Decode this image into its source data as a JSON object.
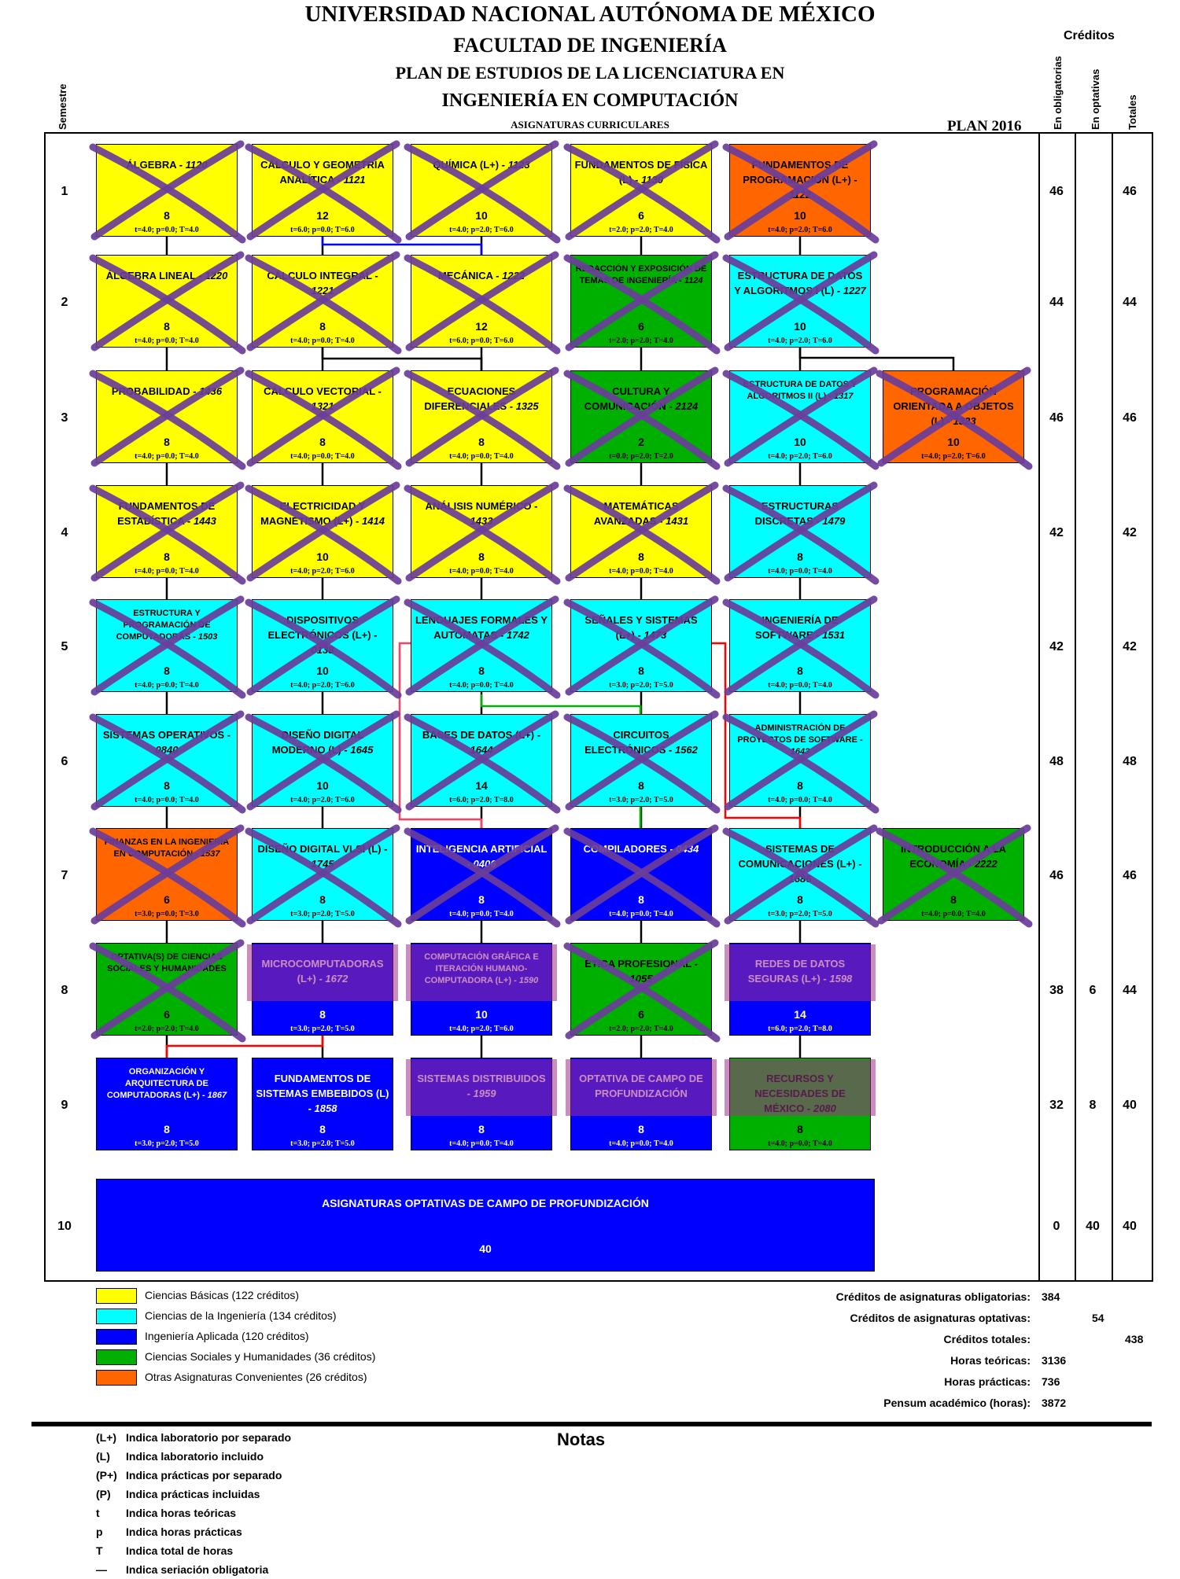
{
  "header": {
    "university": "UNIVERSIDAD NACIONAL AUTÓNOMA DE MÉXICO",
    "faculty": "FACULTAD DE INGENIERÍA",
    "plan_line1": "PLAN DE ESTUDIOS DE LA LICENCIATURA EN",
    "plan_line2": "INGENIERÍA EN COMPUTACIÓN",
    "subtitle": "ASIGNATURAS CURRICULARES",
    "plan_year": "PLAN 2016"
  },
  "axis_labels": {
    "semestre": "Semestre",
    "creditos": "Créditos",
    "obligatorias": "En obligatorias",
    "optativas": "En optativas",
    "totales": "Totales"
  },
  "semesters": [
    {
      "num": "1",
      "obligatorias": "46",
      "optativas": "",
      "totales": "46"
    },
    {
      "num": "2",
      "obligatorias": "44",
      "optativas": "",
      "totales": "44"
    },
    {
      "num": "3",
      "obligatorias": "46",
      "optativas": "",
      "totales": "46"
    },
    {
      "num": "4",
      "obligatorias": "42",
      "optativas": "",
      "totales": "42"
    },
    {
      "num": "5",
      "obligatorias": "42",
      "optativas": "",
      "totales": "42"
    },
    {
      "num": "6",
      "obligatorias": "48",
      "optativas": "",
      "totales": "48"
    },
    {
      "num": "7",
      "obligatorias": "46",
      "optativas": "",
      "totales": "46"
    },
    {
      "num": "8",
      "obligatorias": "38",
      "optativas": "6",
      "totales": "44"
    },
    {
      "num": "9",
      "obligatorias": "32",
      "optativas": "8",
      "totales": "40"
    },
    {
      "num": "10",
      "obligatorias": "0",
      "optativas": "40",
      "totales": "40"
    }
  ],
  "courses": [
    {
      "sem": 1,
      "col": 0,
      "color": "yellow",
      "name": "ÁLGEBRA",
      "code": "1120",
      "credits": "8",
      "hours": "t=4.0; p=0.0; T=4.0",
      "crossed": true
    },
    {
      "sem": 1,
      "col": 1,
      "color": "yellow",
      "name": "CÁLCULO Y GEOMETRÍA ANALÍTICA",
      "code": "1121",
      "credits": "12",
      "hours": "t=6.0; p=0.0; T=6.0",
      "crossed": true
    },
    {
      "sem": 1,
      "col": 2,
      "color": "yellow",
      "name": "QUÍMICA (L+)",
      "code": "1123",
      "credits": "10",
      "hours": "t=4.0; p=2.0; T=6.0",
      "crossed": true
    },
    {
      "sem": 1,
      "col": 3,
      "color": "yellow",
      "name": "FUNDAMENTOS DE FÍSICA (L)",
      "code": "1130",
      "credits": "6",
      "hours": "t=2.0; p=2.0; T=4.0",
      "crossed": true
    },
    {
      "sem": 1,
      "col": 4,
      "color": "orange",
      "name": "FUNDAMENTOS DE PROGRAMACIÓN (L+)",
      "code": "1122",
      "credits": "10",
      "hours": "t=4.0; p=2.0; T=6.0",
      "crossed": true
    },
    {
      "sem": 2,
      "col": 0,
      "color": "yellow",
      "name": "ÁLGEBRA LINEAL",
      "code": "1220",
      "credits": "8",
      "hours": "t=4.0; p=0.0; T=4.0",
      "crossed": true
    },
    {
      "sem": 2,
      "col": 1,
      "color": "yellow",
      "name": "CÁLCULO INTEGRAL",
      "code": "1221",
      "credits": "8",
      "hours": "t=4.0; p=0.0; T=4.0",
      "crossed": true
    },
    {
      "sem": 2,
      "col": 2,
      "color": "yellow",
      "name": "MECÁNICA",
      "code": "1222",
      "credits": "12",
      "hours": "t=6.0; p=0.0; T=6.0",
      "crossed": true
    },
    {
      "sem": 2,
      "col": 3,
      "color": "green",
      "name": "REDACCIÓN Y EXPOSICIÓN DE TEMAS DE INGENIERÍA",
      "code": "1124",
      "credits": "6",
      "hours": "t=2.0; p=2.0; T=4.0",
      "crossed": true
    },
    {
      "sem": 2,
      "col": 4,
      "color": "cyan",
      "name": "ESTRUCTURA DE DATOS Y ALGORITMOS I (L)",
      "code": "1227",
      "credits": "10",
      "hours": "t=4.0; p=2.0; T=6.0",
      "crossed": true
    },
    {
      "sem": 3,
      "col": 0,
      "color": "yellow",
      "name": "PROBABILIDAD",
      "code": "1436",
      "credits": "8",
      "hours": "t=4.0; p=0.0; T=4.0",
      "crossed": true
    },
    {
      "sem": 3,
      "col": 1,
      "color": "yellow",
      "name": "CÁLCULO VECTORIAL",
      "code": "1321",
      "credits": "8",
      "hours": "t=4.0; p=0.0; T=4.0",
      "crossed": true
    },
    {
      "sem": 3,
      "col": 2,
      "color": "yellow",
      "name": "ECUACIONES DIFERENCIALES",
      "code": "1325",
      "credits": "8",
      "hours": "t=4.0; p=0.0; T=4.0",
      "crossed": true
    },
    {
      "sem": 3,
      "col": 3,
      "color": "green",
      "name": "CULTURA Y COMUNICACIÓN",
      "code": "2124",
      "credits": "2",
      "hours": "t=0.0; p=2.0; T=2.0",
      "crossed": true
    },
    {
      "sem": 3,
      "col": 4,
      "color": "cyan",
      "name": "ESTRUCTURA DE DATOS Y ALGORITMOS II (L)",
      "code": "1317",
      "credits": "10",
      "hours": "t=4.0; p=2.0; T=6.0",
      "crossed": true
    },
    {
      "sem": 3,
      "col": 5,
      "color": "orange",
      "name": "PROGRAMACIÓN ORIENTADA A OBJETOS (L)",
      "code": "1323",
      "credits": "10",
      "hours": "t=4.0; p=2.0; T=6.0",
      "crossed": true
    },
    {
      "sem": 4,
      "col": 0,
      "color": "yellow",
      "name": "FUNDAMENTOS DE ESTADÍSTICA",
      "code": "1443",
      "credits": "8",
      "hours": "t=4.0; p=0.0; T=4.0",
      "crossed": true
    },
    {
      "sem": 4,
      "col": 1,
      "color": "yellow",
      "name": "ELECTRICIDAD Y MAGNETISMO (L+)",
      "code": "1414",
      "credits": "10",
      "hours": "t=4.0; p=2.0; T=6.0",
      "crossed": true
    },
    {
      "sem": 4,
      "col": 2,
      "color": "yellow",
      "name": "ANÁLISIS NUMÉRICO",
      "code": "1433",
      "credits": "8",
      "hours": "t=4.0; p=0.0; T=4.0",
      "crossed": true
    },
    {
      "sem": 4,
      "col": 3,
      "color": "yellow",
      "name": "MATEMÁTICAS AVANZADAS",
      "code": "1431",
      "credits": "8",
      "hours": "t=4.0; p=0.0; T=4.0",
      "crossed": true
    },
    {
      "sem": 4,
      "col": 4,
      "color": "cyan",
      "name": "ESTRUCTURAS DISCRETAS",
      "code": "1479",
      "credits": "8",
      "hours": "t=4.0; p=0.0; T=4.0",
      "crossed": true
    },
    {
      "sem": 5,
      "col": 0,
      "color": "cyan",
      "name": "ESTRUCTURA Y PROGRAMACIÓN DE COMPUTADORAS",
      "code": "1503",
      "credits": "8",
      "hours": "t=4.0; p=0.0; T=4.0",
      "crossed": true
    },
    {
      "sem": 5,
      "col": 1,
      "color": "cyan",
      "name": "DISPOSITIVOS ELECTRÓNICOS (L+)",
      "code": "0138",
      "credits": "10",
      "hours": "t=4.0; p=2.0; T=6.0",
      "crossed": true
    },
    {
      "sem": 5,
      "col": 2,
      "color": "cyan",
      "name": "LENGUAJES FORMALES Y AUTÓMATAS",
      "code": "1742",
      "credits": "8",
      "hours": "t=4.0; p=0.0; T=4.0",
      "crossed": true
    },
    {
      "sem": 5,
      "col": 3,
      "color": "cyan",
      "name": "SEÑALES Y SISTEMAS (L+)",
      "code": "1473",
      "credits": "8",
      "hours": "t=3.0; p=2.0; T=5.0",
      "crossed": true
    },
    {
      "sem": 5,
      "col": 4,
      "color": "cyan",
      "name": "INGENIERÍA DE SOFTWARE",
      "code": "1531",
      "credits": "8",
      "hours": "t=4.0; p=0.0; T=4.0",
      "crossed": true
    },
    {
      "sem": 6,
      "col": 0,
      "color": "cyan",
      "name": "SISTEMAS OPERATIVOS",
      "code": "0840",
      "credits": "8",
      "hours": "t=4.0; p=0.0; T=4.0",
      "crossed": true
    },
    {
      "sem": 6,
      "col": 1,
      "color": "cyan",
      "name": "DISEÑO DIGITAL MODERNO (L)",
      "code": "1645",
      "credits": "10",
      "hours": "t=4.0; p=2.0; T=6.0",
      "crossed": true
    },
    {
      "sem": 6,
      "col": 2,
      "color": "cyan",
      "name": "BASES DE DATOS (L+)",
      "code": "1644",
      "credits": "14",
      "hours": "t=6.0; p=2.0; T=8.0",
      "crossed": true
    },
    {
      "sem": 6,
      "col": 3,
      "color": "cyan",
      "name": "CIRCUITOS ELECTRÓNICOS",
      "code": "1562",
      "credits": "8",
      "hours": "t=3.0; p=2.0; T=5.0",
      "crossed": true
    },
    {
      "sem": 6,
      "col": 4,
      "color": "cyan",
      "name": "ADMINISTRACIÓN DE PROYECTOS DE SOFTWARE",
      "code": "1643",
      "credits": "8",
      "hours": "t=4.0; p=0.0; T=4.0",
      "crossed": true
    },
    {
      "sem": 7,
      "col": 0,
      "color": "orange",
      "name": "FINANZAS EN LA INGENIERÍA EN COMPUTACIÓN",
      "code": "1537",
      "credits": "6",
      "hours": "t=3.0; p=0.0; T=3.0",
      "crossed": true
    },
    {
      "sem": 7,
      "col": 1,
      "color": "cyan",
      "name": "DISEÑO DIGITAL VLSI (L)",
      "code": "1745",
      "credits": "8",
      "hours": "t=3.0; p=2.0; T=5.0",
      "crossed": true
    },
    {
      "sem": 7,
      "col": 2,
      "color": "blue",
      "name": "INTELIGENCIA ARTIFICIAL",
      "code": "0406",
      "credits": "8",
      "hours": "t=4.0; p=0.0; T=4.0",
      "crossed": true
    },
    {
      "sem": 7,
      "col": 3,
      "color": "blue",
      "name": "COMPILADORES",
      "code": "0434",
      "credits": "8",
      "hours": "t=4.0; p=0.0; T=4.0",
      "crossed": true
    },
    {
      "sem": 7,
      "col": 4,
      "color": "cyan",
      "name": "SISTEMAS DE COMUNICACIONES (L+)",
      "code": "1686",
      "credits": "8",
      "hours": "t=3.0; p=2.0; T=5.0",
      "crossed": true
    },
    {
      "sem": 7,
      "col": 5,
      "color": "green",
      "name": "INTRODUCCIÓN A LA ECONOMÍA",
      "code": "2222",
      "credits": "8",
      "hours": "t=4.0; p=0.0; T=4.0",
      "crossed": true
    },
    {
      "sem": 8,
      "col": 0,
      "color": "green",
      "name": "OPTATIVA(S) DE CIENCIAS SOCIALES Y HUMANIDADES",
      "code": "",
      "credits": "6",
      "hours": "t=2.0; p=2.0; T=4.0",
      "crossed": true
    },
    {
      "sem": 8,
      "col": 1,
      "color": "blue",
      "name": "MICROCOMPUTADORAS (L+)",
      "code": "1672",
      "credits": "8",
      "hours": "t=3.0; p=2.0; T=5.0",
      "highlight": true
    },
    {
      "sem": 8,
      "col": 2,
      "color": "blue",
      "name": "COMPUTACIÓN GRÁFICA E ITERACIÓN HUMANO-COMPUTADORA (L+)",
      "code": "1590",
      "credits": "10",
      "hours": "t=4.0; p=2.0; T=6.0",
      "highlight": true
    },
    {
      "sem": 8,
      "col": 3,
      "color": "green",
      "name": "ÉTICA PROFESIONAL",
      "code": "1055",
      "credits": "6",
      "hours": "t=2.0; p=2.0; T=4.0",
      "crossed": true
    },
    {
      "sem": 8,
      "col": 4,
      "color": "blue",
      "name": "REDES DE DATOS SEGURAS (L+)",
      "code": "1598",
      "credits": "14",
      "hours": "t=6.0; p=2.0; T=8.0",
      "highlight": true
    },
    {
      "sem": 9,
      "col": 0,
      "color": "blue",
      "name": "ORGANIZACIÓN Y ARQUITECTURA DE COMPUTADORAS (L+)",
      "code": "1867",
      "credits": "8",
      "hours": "t=3.0; p=2.0; T=5.0"
    },
    {
      "sem": 9,
      "col": 1,
      "color": "blue",
      "name": "FUNDAMENTOS DE SISTEMAS EMBEBIDOS (L)",
      "code": "1858",
      "credits": "8",
      "hours": "t=3.0; p=2.0; T=5.0"
    },
    {
      "sem": 9,
      "col": 2,
      "color": "blue",
      "name": "SISTEMAS DISTRIBUIDOS",
      "code": "1959",
      "credits": "8",
      "hours": "t=4.0; p=0.0; T=4.0",
      "highlight": true
    },
    {
      "sem": 9,
      "col": 3,
      "color": "blue",
      "name": "OPTATIVA DE CAMPO DE PROFUNDIZACIÓN",
      "code": "",
      "credits": "8",
      "hours": "t=4.0; p=0.0; T=4.0",
      "highlight": true
    },
    {
      "sem": 9,
      "col": 4,
      "color": "green",
      "name": "RECURSOS Y NECESIDADES DE MÉXICO",
      "code": "2080",
      "credits": "8",
      "hours": "t=4.0; p=0.0; T=4.0",
      "highlight": true
    }
  ],
  "elective_block": {
    "name": "ASIGNATURAS OPTATIVAS DE CAMPO DE PROFUNDIZACIÓN",
    "credits": "40"
  },
  "legend": [
    {
      "color": "#ffff00",
      "label": "Ciencias Básicas (122 créditos)"
    },
    {
      "color": "#00ffff",
      "label": "Ciencias de la Ingeniería (134 créditos)"
    },
    {
      "color": "#0000ff",
      "label": "Ingeniería Aplicada (120 créditos)"
    },
    {
      "color": "#00b000",
      "label": "Ciencias Sociales y Humanidades (36 créditos)"
    },
    {
      "color": "#ff6600",
      "label": "Otras Asignaturas Convenientes (26 créditos)"
    }
  ],
  "totals": [
    {
      "label": "Créditos de asignaturas obligatorias:",
      "value": "384",
      "col": "a"
    },
    {
      "label": "Créditos de asignaturas optativas:",
      "value": "54",
      "col": "b"
    },
    {
      "label": "Créditos totales:",
      "value": "438",
      "col": "c"
    },
    {
      "label": "Horas teóricas:",
      "value": "3136",
      "col": "a"
    },
    {
      "label": "Horas prácticas:",
      "value": "736",
      "col": "a"
    },
    {
      "label": "Pensum académico (horas):",
      "value": "3872",
      "col": "a"
    }
  ],
  "notes_title": "Notas",
  "notes": [
    {
      "symbol": "(L+)",
      "text": "Indica laboratorio por separado"
    },
    {
      "symbol": "(L)",
      "text": "Indica laboratorio incluido"
    },
    {
      "symbol": "(P+)",
      "text": "Indica prácticas por separado"
    },
    {
      "symbol": "(P)",
      "text": "Indica prácticas incluidas"
    },
    {
      "symbol": "t",
      "text": "Indica horas teóricas"
    },
    {
      "symbol": "p",
      "text": "Indica horas prácticas"
    },
    {
      "symbol": "T",
      "text": "Indica total de horas"
    },
    {
      "symbol": "—",
      "text": "Indica seriación obligatoria"
    }
  ]
}
